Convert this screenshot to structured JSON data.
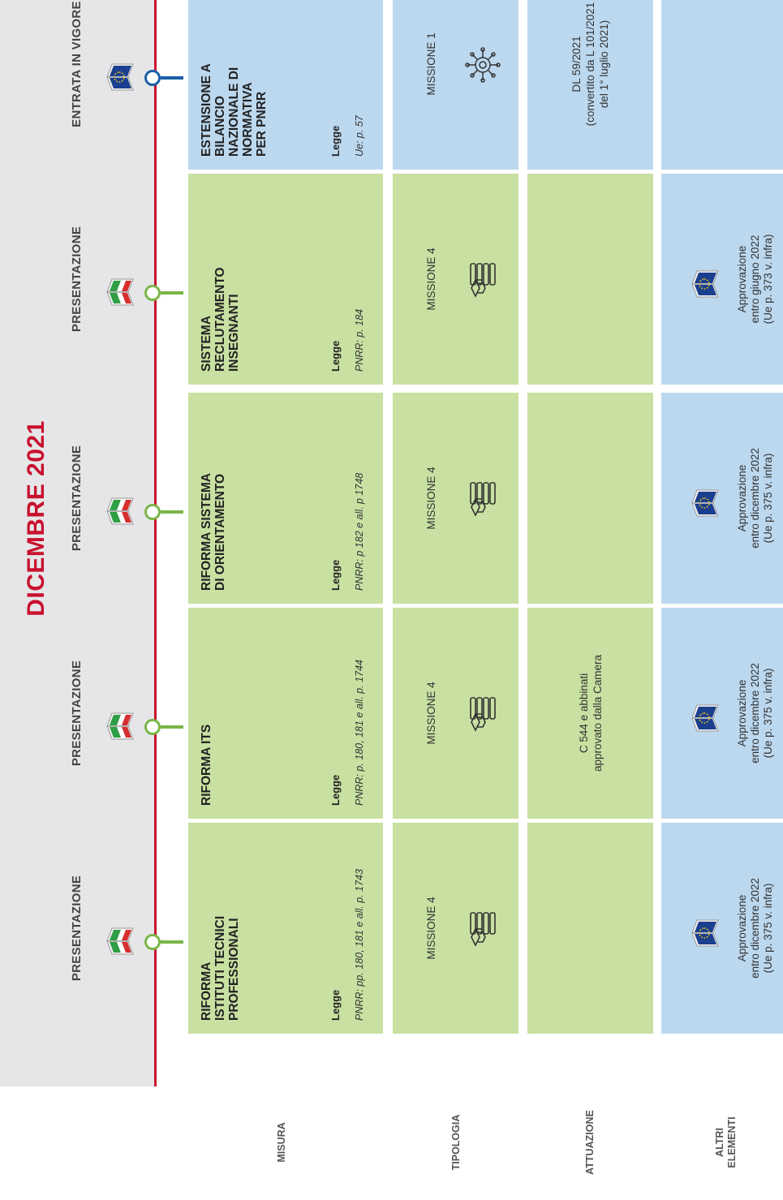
{
  "month_title": "DICEMBRE 2021",
  "row_labels": {
    "misura": "MISURA",
    "tipologia": "TIPOLOGIA",
    "attuazione": "ATTUAZIONE",
    "altri": "ALTRI\nELEMENTI"
  },
  "colors": {
    "red": "#c8102e",
    "green": "#c8e0a1",
    "blue": "#bcd8ef",
    "green_marker": "#7ab648",
    "blue_marker": "#1b5fa8"
  },
  "columns": [
    {
      "phase": "PRESENTAZIONE",
      "origin_icon": "italy-flag-book-icon",
      "theme": "green",
      "measure_title": "RIFORMA\nISTITUTI TECNICI\nPROFESSIONALI",
      "type_label": "Legge",
      "reference": "PNRR: pp. 180, 181 e all. p. 1743",
      "mission": "MISSIONE 4",
      "mission_icon": "education-books-icon",
      "attuazione": "",
      "altri_icon": "eu-book-icon",
      "altri": "Approvazione\nentro dicembre 2022\n(Ue p. 375 v. infra)"
    },
    {
      "phase": "PRESENTAZIONE",
      "origin_icon": "italy-flag-book-icon",
      "theme": "green",
      "measure_title": "RIFORMA ITS",
      "type_label": "Legge",
      "reference": "PNRR: p. 180, 181 e all. p. 1744",
      "mission": "MISSIONE 4",
      "mission_icon": "education-books-icon",
      "attuazione": "C 544 e abbinati\napprovato dalla Camera",
      "altri_icon": "eu-book-icon",
      "altri": "Approvazione\nentro dicembre 2022\n(Ue p. 375 v. infra)"
    },
    {
      "phase": "PRESENTAZIONE",
      "origin_icon": "italy-flag-book-icon",
      "theme": "green",
      "measure_title": "RIFORMA SISTEMA\nDI ORIENTAMENTO",
      "type_label": "Legge",
      "reference": "PNRR: p 182 e all. p 1748",
      "mission": "MISSIONE 4",
      "mission_icon": "education-books-icon",
      "attuazione": "",
      "altri_icon": "eu-book-icon",
      "altri": "Approvazione\nentro dicembre 2022\n(Ue p. 375 v. infra)"
    },
    {
      "phase": "PRESENTAZIONE",
      "origin_icon": "italy-flag-book-icon",
      "theme": "green",
      "measure_title": "SISTEMA\nRECLUTAMENTO\nINSEGNANTI",
      "type_label": "Legge",
      "reference": "PNRR: p. 184",
      "mission": "MISSIONE 4",
      "mission_icon": "education-books-icon",
      "attuazione": "",
      "altri_icon": "eu-book-icon",
      "altri": "Approvazione\nentro giugno 2022\n(Ue p. 373 v. infra)"
    },
    {
      "phase": "ENTRATA IN VIGORE",
      "origin_icon": "eu-book-icon",
      "theme": "blue",
      "measure_title": "ESTENSIONE A\nBILANCIO\nNAZIONALE DI\nNORMATIVA\nPER PNRR",
      "type_label": "Legge",
      "reference": "Ue: p. 57",
      "mission": "MISSIONE 1",
      "mission_icon": "digital-network-icon",
      "attuazione": "DL 59/2021\n(convertito da L 101/2021\ndel 1° luglio 2021)",
      "altri_icon": "",
      "altri": ""
    }
  ]
}
